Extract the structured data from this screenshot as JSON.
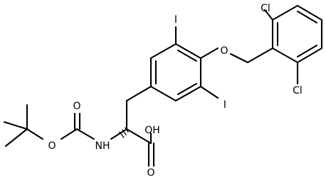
{
  "molecule": {
    "atoms": {
      "iodine_top": "I",
      "iodine_bottom": "I",
      "ether_oxygen": "O",
      "chlorine_top": "Cl",
      "chlorine_bottom": "Cl",
      "hydroxyl": "OH",
      "carbonyl_oxygen": "O",
      "amine": "NH",
      "carbamate_oxygen": "O",
      "carbamate_carbonyl_oxygen": "O"
    }
  }
}
